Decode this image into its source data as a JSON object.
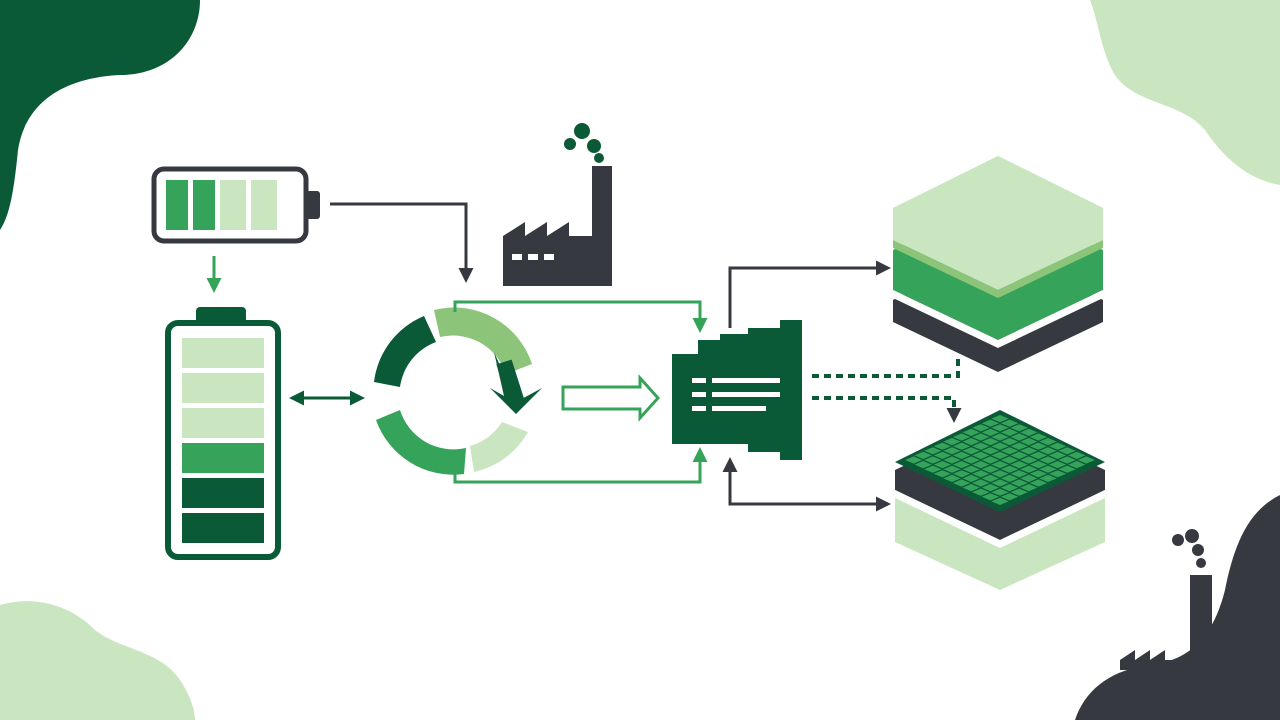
{
  "palette": {
    "dark_green": "#0b5a37",
    "mid_green": "#36a35a",
    "light_green": "#8cc57a",
    "pale_green": "#c9e6c0",
    "charcoal": "#363a40",
    "white": "#ffffff"
  },
  "battery_small": {
    "filled_segments": 2,
    "total_segments": 4
  },
  "battery_large": {
    "segments": 6,
    "pale_segments": 3,
    "mid_segments": 1,
    "dark_segments": 2
  },
  "icons": {
    "battery_small": "battery-horizontal-icon",
    "battery_large": "battery-vertical-icon",
    "factory": "factory-icon",
    "recycle": "recycle-icon",
    "processor": "processing-unit-icon",
    "layers_stack": "layer-stack-icon",
    "solar_grid": "grid-panel-icon",
    "factory_corner": "factory-silhouette-icon"
  }
}
